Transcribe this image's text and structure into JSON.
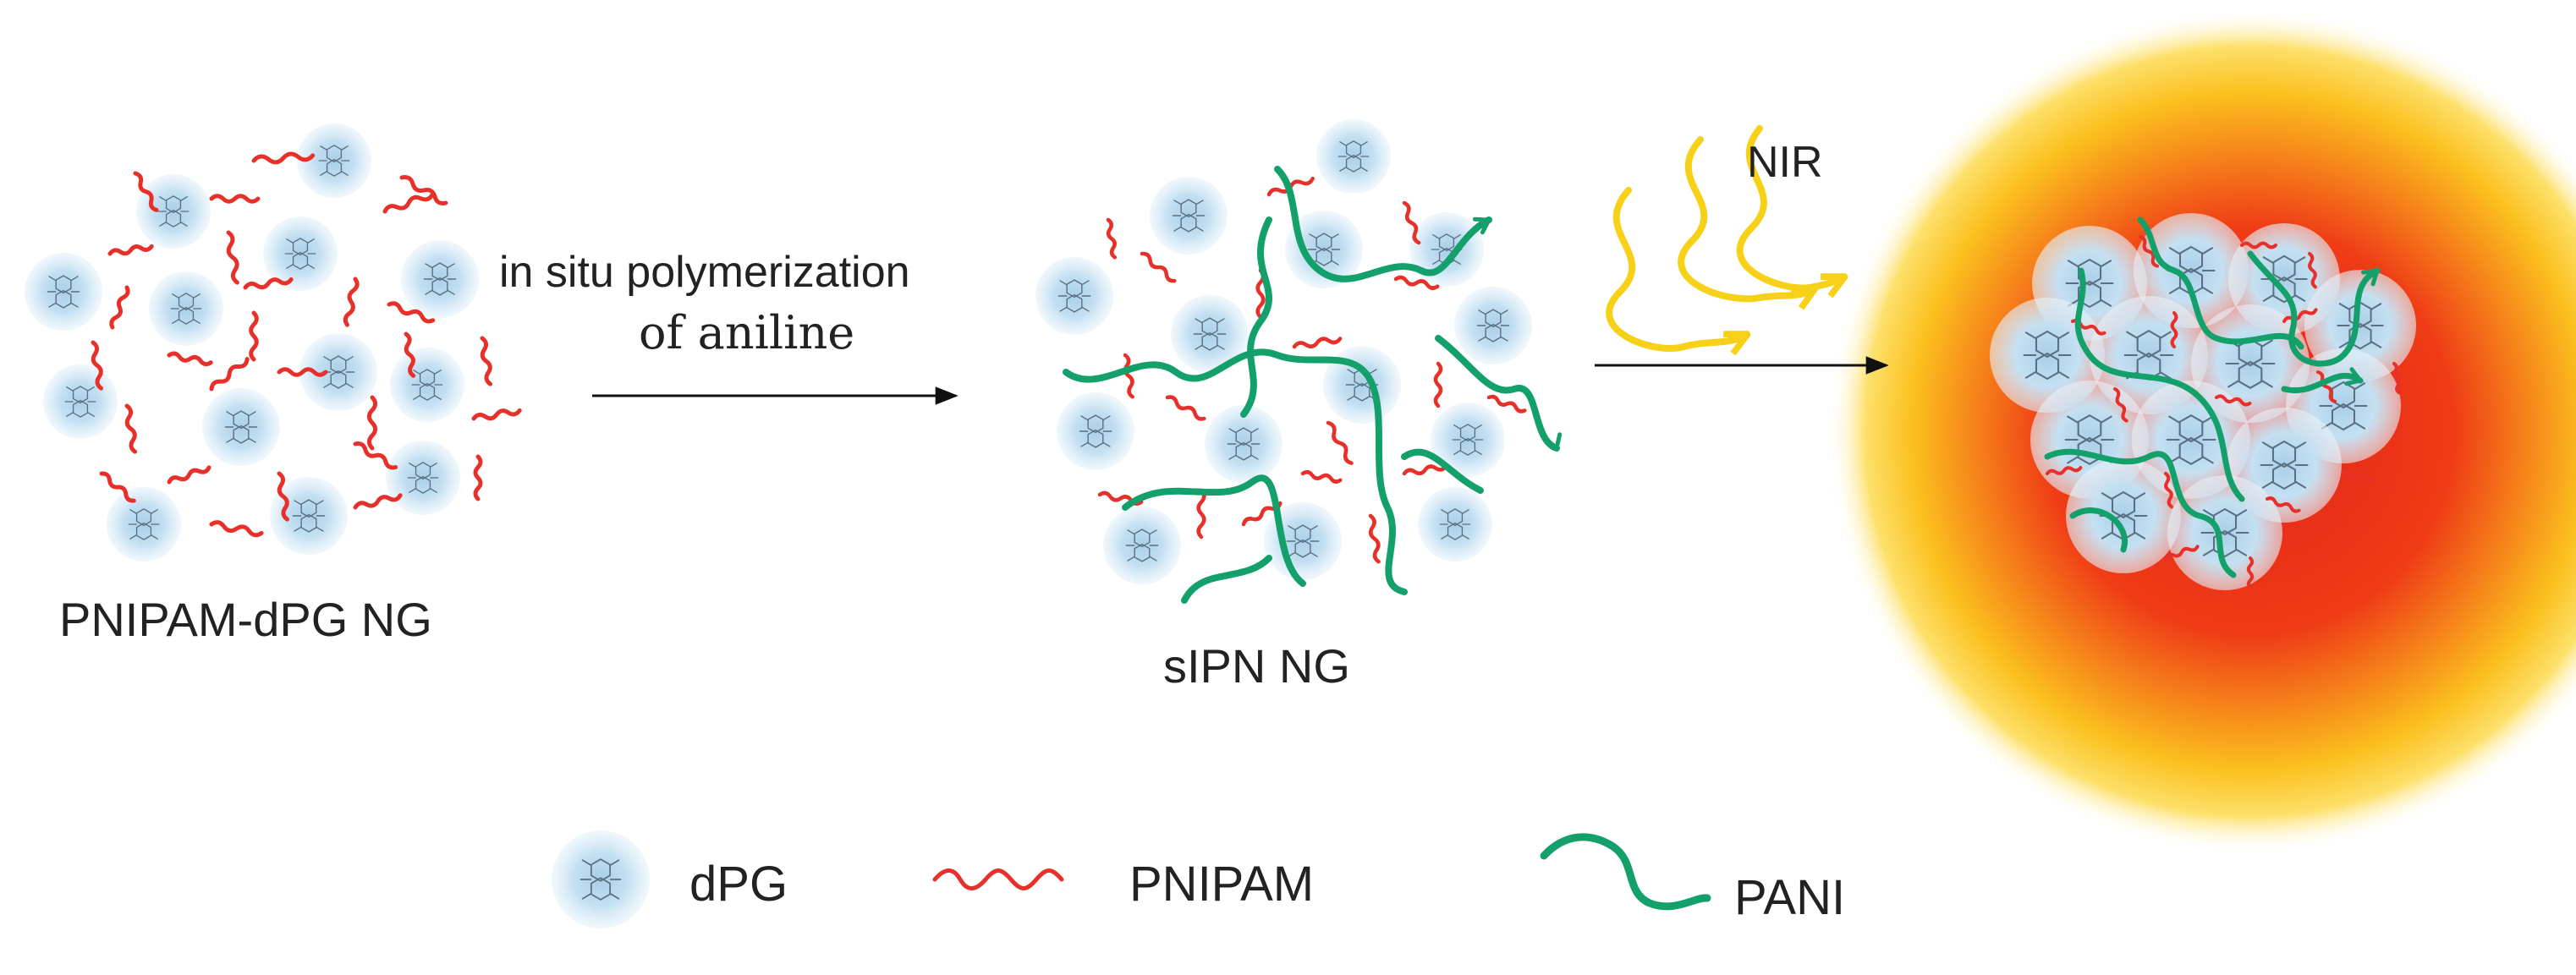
{
  "colors": {
    "pnipam": "#e8302a",
    "pani": "#13a06a",
    "dpg_glow": "#cfe6f4",
    "dpg_core": "#b7d7ec",
    "nir": "#f6d117",
    "arrow": "#111111"
  },
  "labels": {
    "ng1": "PNIPAM-dPG NG",
    "step1_line1": "in situ polymerization",
    "step1_line2": "of aniline",
    "ng2": "sIPN NG",
    "nir": "NIR"
  },
  "legend": {
    "dpg": "dPG",
    "pnipam": "PNIPAM",
    "pani": "PANI"
  }
}
